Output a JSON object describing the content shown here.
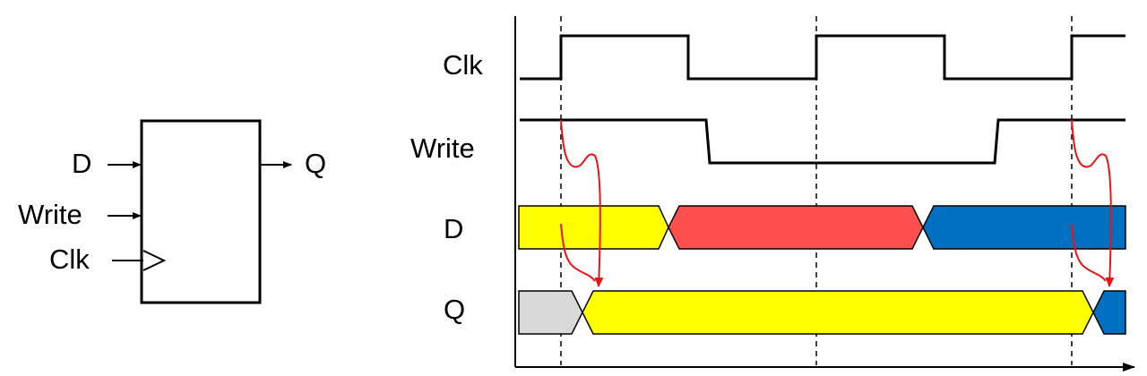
{
  "block": {
    "inputs": [
      "D",
      "Write",
      "Clk"
    ],
    "output": "Q"
  },
  "timing": {
    "signals": [
      "Clk",
      "Write",
      "D",
      "Q"
    ]
  },
  "colors": {
    "yellow": "#ffff00",
    "red": "#ff5050",
    "blue": "#0070c0",
    "gray": "#d9d9d9",
    "arrow": "#ee1111"
  }
}
